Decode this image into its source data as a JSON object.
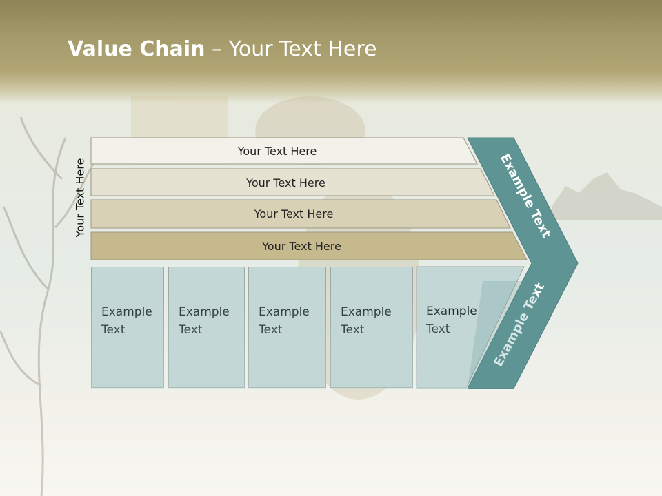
{
  "title": {
    "bold": "Value Chain",
    "rest": " – Your Text Here"
  },
  "side_label": "Your Text Here",
  "bars": [
    {
      "label": "Your Text Here",
      "color": "#f2f1ea"
    },
    {
      "label": "Your Text Here",
      "color": "#e5e2d2"
    },
    {
      "label": "Your Text Here",
      "color": "#d8d1b6"
    },
    {
      "label": "Your Text Here",
      "color": "#c7b98e"
    }
  ],
  "boxes": [
    {
      "line1": "Example",
      "line2": "Text"
    },
    {
      "line1": "Example",
      "line2": "Text"
    },
    {
      "line1": "Example",
      "line2": "Text"
    },
    {
      "line1": "Example",
      "line2": "Text"
    },
    {
      "line1": "Example",
      "line2": "Text"
    }
  ],
  "chevron": {
    "upper_label": "Example Text",
    "lower_label": "Example Text",
    "color": "#5e9494"
  },
  "colors": {
    "box_fill": "#c3d7d6",
    "header": "#a89d6d"
  }
}
